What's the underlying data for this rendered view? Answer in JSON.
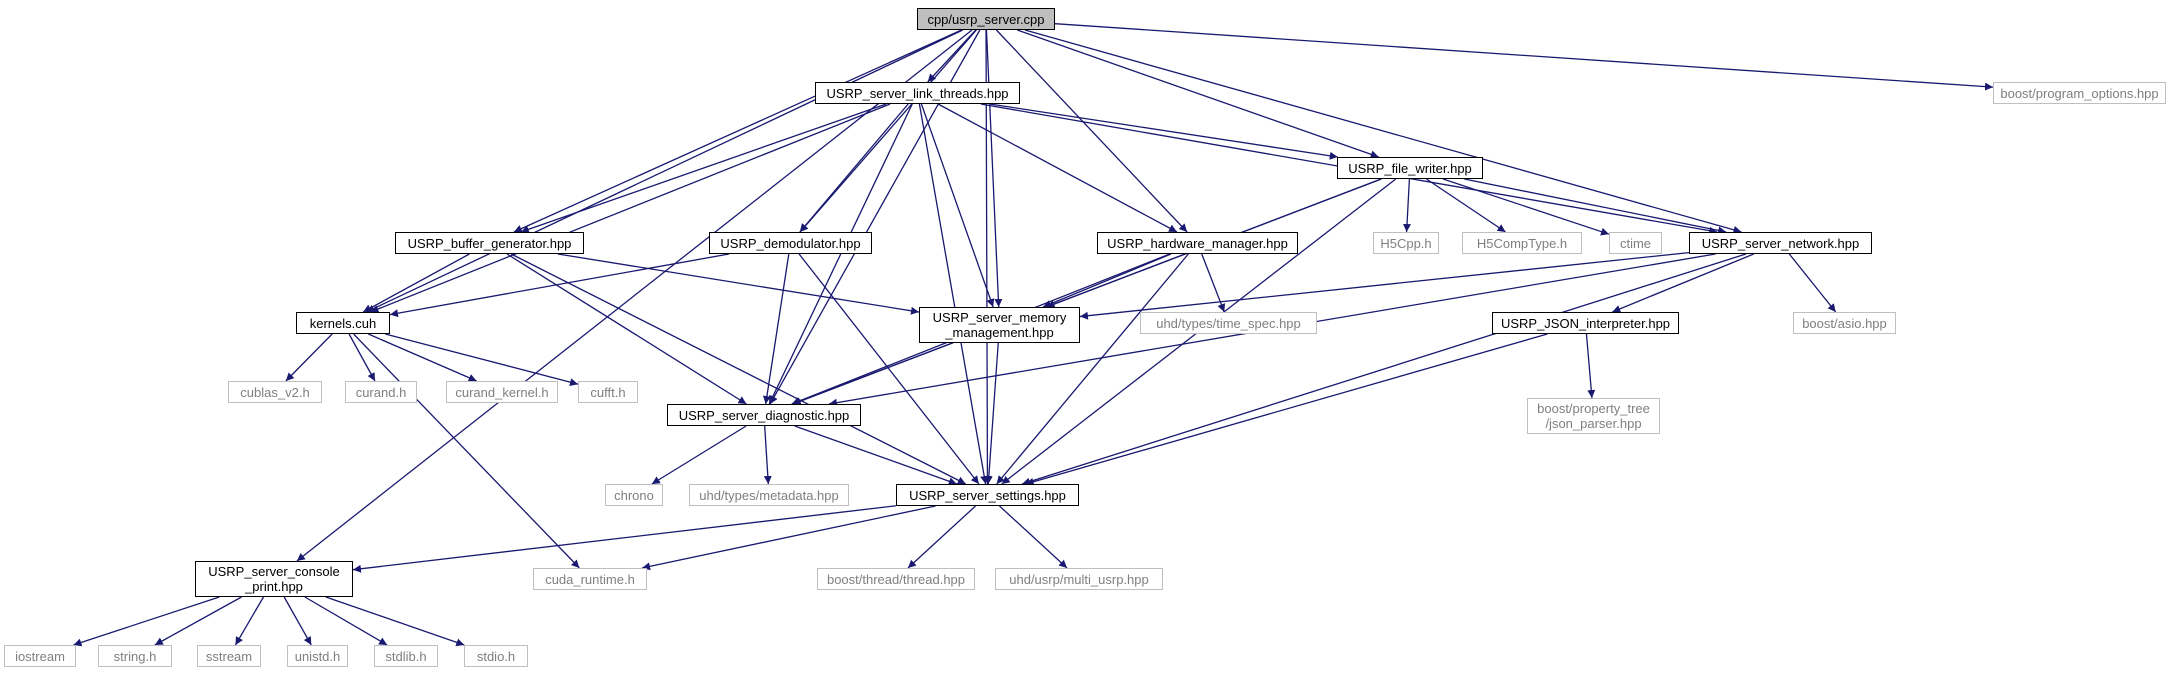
{
  "graph": {
    "root": "root",
    "colors": {
      "edge": "#191970",
      "local_border": "#000000",
      "external_border": "#bfbfbf",
      "external_text": "#7f7f7f",
      "root_fill": "#bfbfbf"
    },
    "nodes": [
      {
        "id": "root",
        "lines": [
          "cpp/usrp_server.cpp"
        ],
        "kind": "root"
      },
      {
        "id": "link_threads",
        "lines": [
          "USRP_server_link_threads.hpp"
        ],
        "kind": "local"
      },
      {
        "id": "program_options",
        "lines": [
          "boost/program_options.hpp"
        ],
        "kind": "external"
      },
      {
        "id": "file_writer",
        "lines": [
          "USRP_file_writer.hpp"
        ],
        "kind": "local"
      },
      {
        "id": "buffer_generator",
        "lines": [
          "USRP_buffer_generator.hpp"
        ],
        "kind": "local"
      },
      {
        "id": "demodulator",
        "lines": [
          "USRP_demodulator.hpp"
        ],
        "kind": "local"
      },
      {
        "id": "hardware_manager",
        "lines": [
          "USRP_hardware_manager.hpp"
        ],
        "kind": "local"
      },
      {
        "id": "h5cpp",
        "lines": [
          "H5Cpp.h"
        ],
        "kind": "external"
      },
      {
        "id": "h5comptype",
        "lines": [
          "H5CompType.h"
        ],
        "kind": "external"
      },
      {
        "id": "ctime",
        "lines": [
          "ctime"
        ],
        "kind": "external"
      },
      {
        "id": "network",
        "lines": [
          "USRP_server_network.hpp"
        ],
        "kind": "local"
      },
      {
        "id": "kernels",
        "lines": [
          "kernels.cuh"
        ],
        "kind": "local"
      },
      {
        "id": "memory",
        "lines": [
          "USRP_server_memory",
          "_management.hpp"
        ],
        "kind": "local"
      },
      {
        "id": "time_spec",
        "lines": [
          "uhd/types/time_spec.hpp"
        ],
        "kind": "external"
      },
      {
        "id": "json_interp",
        "lines": [
          "USRP_JSON_interpreter.hpp"
        ],
        "kind": "local"
      },
      {
        "id": "asio",
        "lines": [
          "boost/asio.hpp"
        ],
        "kind": "external"
      },
      {
        "id": "cublas",
        "lines": [
          "cublas_v2.h"
        ],
        "kind": "external"
      },
      {
        "id": "curand",
        "lines": [
          "curand.h"
        ],
        "kind": "external"
      },
      {
        "id": "curand_kernel",
        "lines": [
          "curand_kernel.h"
        ],
        "kind": "external"
      },
      {
        "id": "cufft",
        "lines": [
          "cufft.h"
        ],
        "kind": "external"
      },
      {
        "id": "diagnostic",
        "lines": [
          "USRP_server_diagnostic.hpp"
        ],
        "kind": "local"
      },
      {
        "id": "property_tree",
        "lines": [
          "boost/property_tree",
          "/json_parser.hpp"
        ],
        "kind": "external"
      },
      {
        "id": "chrono",
        "lines": [
          "chrono"
        ],
        "kind": "external"
      },
      {
        "id": "metadata",
        "lines": [
          "uhd/types/metadata.hpp"
        ],
        "kind": "external"
      },
      {
        "id": "settings",
        "lines": [
          "USRP_server_settings.hpp"
        ],
        "kind": "local"
      },
      {
        "id": "console_print",
        "lines": [
          "USRP_server_console",
          "_print.hpp"
        ],
        "kind": "local"
      },
      {
        "id": "cuda_runtime",
        "lines": [
          "cuda_runtime.h"
        ],
        "kind": "external"
      },
      {
        "id": "thread",
        "lines": [
          "boost/thread/thread.hpp"
        ],
        "kind": "external"
      },
      {
        "id": "multi_usrp",
        "lines": [
          "uhd/usrp/multi_usrp.hpp"
        ],
        "kind": "external"
      },
      {
        "id": "iostream",
        "lines": [
          "iostream"
        ],
        "kind": "external"
      },
      {
        "id": "string",
        "lines": [
          "string.h"
        ],
        "kind": "external"
      },
      {
        "id": "sstream",
        "lines": [
          "sstream"
        ],
        "kind": "external"
      },
      {
        "id": "unistd",
        "lines": [
          "unistd.h"
        ],
        "kind": "external"
      },
      {
        "id": "stdlib",
        "lines": [
          "stdlib.h"
        ],
        "kind": "external"
      },
      {
        "id": "stdio",
        "lines": [
          "stdio.h"
        ],
        "kind": "external"
      }
    ],
    "edges": [
      [
        "root",
        "link_threads"
      ],
      [
        "root",
        "program_options"
      ],
      [
        "root",
        "file_writer"
      ],
      [
        "root",
        "buffer_generator"
      ],
      [
        "root",
        "demodulator"
      ],
      [
        "root",
        "hardware_manager"
      ],
      [
        "root",
        "network"
      ],
      [
        "root",
        "kernels"
      ],
      [
        "root",
        "memory"
      ],
      [
        "root",
        "diagnostic"
      ],
      [
        "root",
        "settings"
      ],
      [
        "root",
        "console_print"
      ],
      [
        "link_threads",
        "file_writer"
      ],
      [
        "link_threads",
        "buffer_generator"
      ],
      [
        "link_threads",
        "demodulator"
      ],
      [
        "link_threads",
        "hardware_manager"
      ],
      [
        "link_threads",
        "network"
      ],
      [
        "link_threads",
        "kernels"
      ],
      [
        "link_threads",
        "memory"
      ],
      [
        "link_threads",
        "diagnostic"
      ],
      [
        "link_threads",
        "settings"
      ],
      [
        "file_writer",
        "h5cpp"
      ],
      [
        "file_writer",
        "h5comptype"
      ],
      [
        "file_writer",
        "ctime"
      ],
      [
        "file_writer",
        "network"
      ],
      [
        "file_writer",
        "memory"
      ],
      [
        "file_writer",
        "diagnostic"
      ],
      [
        "file_writer",
        "settings"
      ],
      [
        "buffer_generator",
        "kernels"
      ],
      [
        "buffer_generator",
        "memory"
      ],
      [
        "buffer_generator",
        "diagnostic"
      ],
      [
        "buffer_generator",
        "settings"
      ],
      [
        "demodulator",
        "kernels"
      ],
      [
        "demodulator",
        "diagnostic"
      ],
      [
        "demodulator",
        "settings"
      ],
      [
        "hardware_manager",
        "memory"
      ],
      [
        "hardware_manager",
        "time_spec"
      ],
      [
        "hardware_manager",
        "diagnostic"
      ],
      [
        "hardware_manager",
        "settings"
      ],
      [
        "network",
        "memory"
      ],
      [
        "network",
        "json_interp"
      ],
      [
        "network",
        "asio"
      ],
      [
        "network",
        "diagnostic"
      ],
      [
        "network",
        "settings"
      ],
      [
        "kernels",
        "cublas"
      ],
      [
        "kernels",
        "curand"
      ],
      [
        "kernels",
        "curand_kernel"
      ],
      [
        "kernels",
        "cufft"
      ],
      [
        "kernels",
        "cuda_runtime"
      ],
      [
        "memory",
        "diagnostic"
      ],
      [
        "memory",
        "settings"
      ],
      [
        "json_interp",
        "property_tree"
      ],
      [
        "json_interp",
        "settings"
      ],
      [
        "diagnostic",
        "chrono"
      ],
      [
        "diagnostic",
        "metadata"
      ],
      [
        "diagnostic",
        "settings"
      ],
      [
        "settings",
        "console_print"
      ],
      [
        "settings",
        "cuda_runtime"
      ],
      [
        "settings",
        "thread"
      ],
      [
        "settings",
        "multi_usrp"
      ],
      [
        "console_print",
        "iostream"
      ],
      [
        "console_print",
        "string"
      ],
      [
        "console_print",
        "sstream"
      ],
      [
        "console_print",
        "unistd"
      ],
      [
        "console_print",
        "stdlib"
      ],
      [
        "console_print",
        "stdio"
      ]
    ]
  }
}
